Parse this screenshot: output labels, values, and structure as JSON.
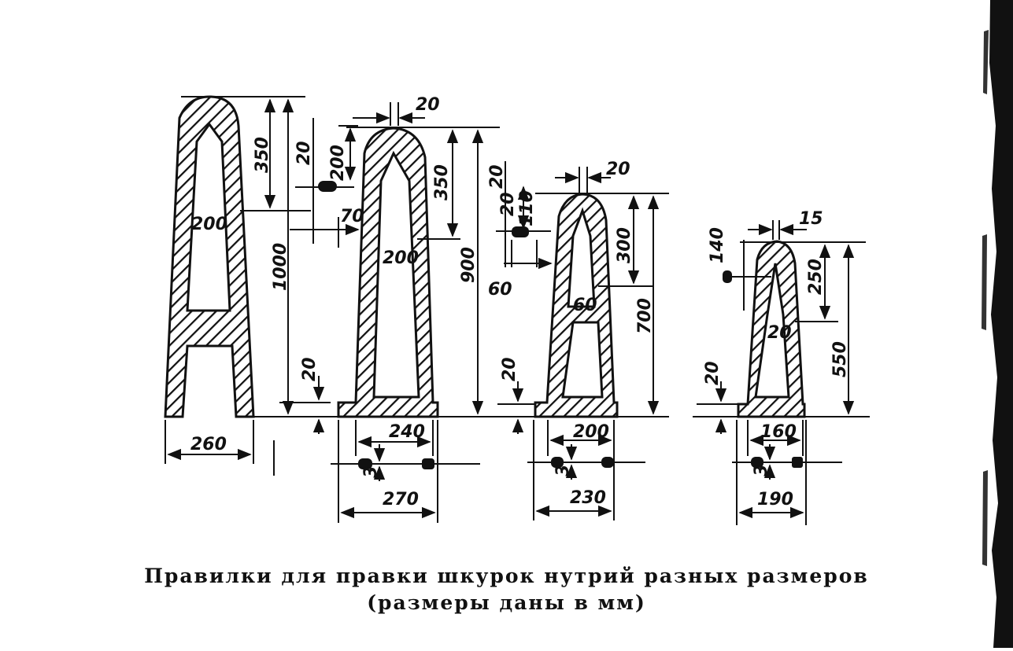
{
  "caption": {
    "line1": "Правилки для правки шкурок нутрий разных размеров",
    "line2": "(размеры даны в мм)"
  },
  "labels": {
    "f1_width": "260",
    "f1_top": "350",
    "f1_height": "1000",
    "f1_inner": "200",
    "f1_base": "20",
    "f1_slot_gap": "20",
    "f1_slot": "200",
    "f1_notch": "70",
    "f2_tip": "20",
    "f2_top": "350",
    "f2_height": "900",
    "f2_inner": "200",
    "f2_base": "20",
    "f2_width": "240",
    "f2_stand": "270",
    "f2_bolt": "3",
    "f3_tip": "20",
    "f3_slot_gap": "20",
    "f3_slot": "110",
    "f3_notch": "60",
    "f3_top": "300",
    "f3_height": "700",
    "f3_inner": "60",
    "f3_base": "20",
    "f3_width": "200",
    "f3_stand": "230",
    "f3_bolt": "3",
    "f4_tip": "15",
    "f4_slot": "140",
    "f4_top": "250",
    "f4_height": "550",
    "f4_inner": "20",
    "f4_base": "20",
    "f4_width": "160",
    "f4_stand": "190",
    "f4_bolt": "3"
  }
}
